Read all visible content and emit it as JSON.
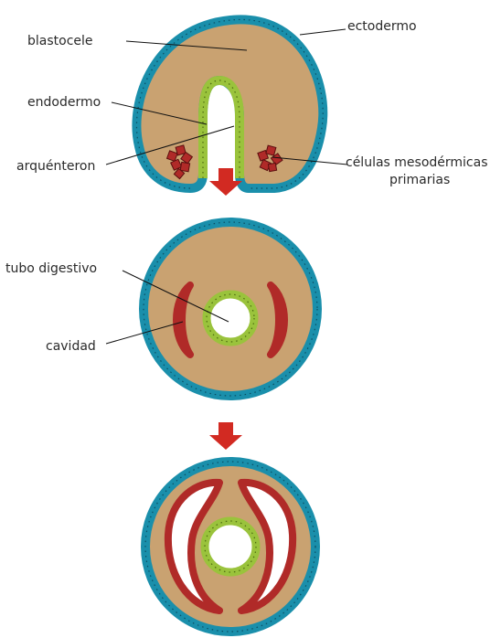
{
  "labels": {
    "blastocele": "blastocele",
    "ectodermo": "ectodermo",
    "endodermo": "endodermo",
    "arquenteron": "arquénteron",
    "celulas_line1": "células mesodérmicas",
    "celulas_line2": "primarias",
    "tubo_digestivo": "tubo digestivo",
    "cavidad": "cavidad"
  },
  "colors": {
    "ectoderm": "#1a8fab",
    "endoderm": "#9ac33c",
    "mesoderm": "#b02a28",
    "blastocoel": "#c9a271",
    "arrow": "#d22a22"
  },
  "stages": [
    "gastrula",
    "early-coelom",
    "developed-coelom"
  ]
}
